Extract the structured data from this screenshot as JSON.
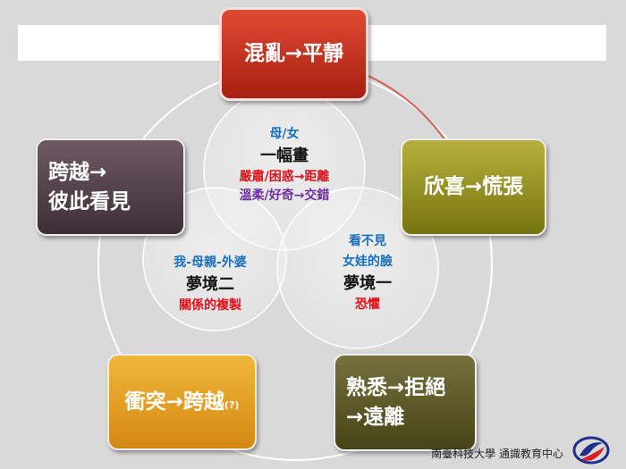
{
  "diagram": {
    "boxes": {
      "top": "混亂→平靜",
      "right": "欣喜→慌張",
      "left_line1": "跨越→",
      "left_line2": "彼此看見",
      "bottom_left_main": "衝突→跨越",
      "bottom_left_sub": "(?)",
      "bottom_right_line1": "熟悉→拒絕",
      "bottom_right_line2": "→遠離"
    },
    "circles": {
      "top": {
        "subtitle": "母/女",
        "title": "一幅畫",
        "line1": "嚴肅/困惑→距離",
        "line2": "溫柔/好奇→交錯"
      },
      "left": {
        "subtitle": "我-母親-外婆",
        "title": "夢境二",
        "line1": "關係的複製"
      },
      "right": {
        "subtitle_line1": "看不見",
        "subtitle_line2": "女娃的臉",
        "title": "夢境一",
        "line1": "恐懼"
      }
    }
  },
  "footer": {
    "institution": "南臺科技大學 通識教育中心",
    "logo_icon": "university-logo-icon"
  }
}
